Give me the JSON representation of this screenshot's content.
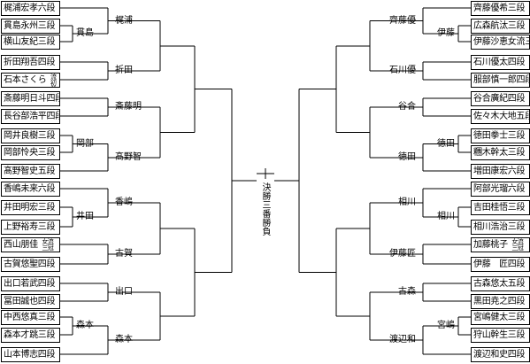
{
  "final_label": "決勝三番勝負",
  "left_players": [
    "梶浦宏孝六段",
    "貫島永州三段",
    "横山友紀三段",
    "折田翔吾四段",
    "石本さくら",
    "斎藤明日斗四段",
    "長谷部浩平四段",
    "岡井良樹三段",
    "岡部怜央三段",
    "髙野智史五段",
    "香嶋未来六段",
    "井田明宏三段",
    "上野裕寿三段",
    "西山朋佳",
    "古賀悠聖四段",
    "出口若武四段",
    "冨田誠也四段",
    "中西悠真三段",
    "森本才跳三段",
    "山本博志四段"
  ],
  "left_player_notes": {
    "石本さくら": "女流初段",
    "西山朋佳": "女流三冠"
  },
  "right_players": [
    "齊藤優希三段",
    "広森航汰三段",
    "伊藤沙恵女流三段",
    "石川優太四段",
    "服部慎一郎四段",
    "谷合廣紀四段",
    "佐々木大地五段",
    "徳田拳士三段",
    "糰木幹太三段",
    "増田康宏六段",
    "阿部光瑠六段",
    "吉田桂悟三段",
    "相川浩治三段",
    "加藤桃子",
    "伊藤　匠四段",
    "古森悠太五段",
    "黒田尭之四段",
    "宮嶋健太三段",
    "狩山幹生三段",
    "渡辺和史四段"
  ],
  "right_player_notes": {
    "加藤桃子": "女流三冠"
  },
  "left_winners": {
    "r1": [
      "貫島",
      "岡部",
      "井田",
      "森本"
    ],
    "r2": [
      "梶浦",
      "折田",
      "斎藤明",
      "髙野智",
      "香嶋",
      "古賀",
      "出口",
      "森本"
    ]
  },
  "right_winners": {
    "r1": [
      "伊藤",
      "徳田",
      "相川",
      "宮嶋"
    ],
    "r2": [
      "齊藤優",
      "石川優",
      "谷合",
      "徳田",
      "相川",
      "伊藤匠",
      "古森",
      "渡辺和"
    ]
  }
}
